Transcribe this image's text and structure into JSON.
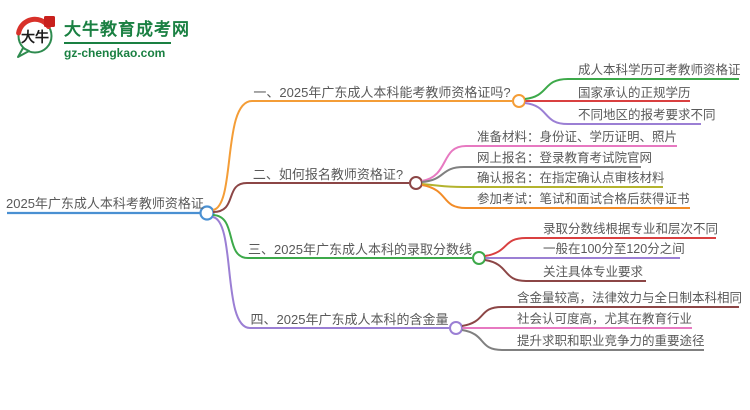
{
  "site": {
    "logo_title": "大牛教育成考网",
    "logo_domain": "gz-chengkao.com",
    "logo_mark_text": "大牛",
    "brand_green": "#1a8042",
    "brand_red": "#cf261f"
  },
  "mindmap": {
    "root": {
      "label": "2025年广东成人本科考教师资格证",
      "color": "#4a90d2"
    },
    "branches": [
      {
        "label": "一、2025年广东成人本科能考教师资格证吗?",
        "color": "#f49d37",
        "children": [
          {
            "label": "成人本科学历可考教师资格证",
            "color": "#3da94a"
          },
          {
            "label": "国家承认的正规学历",
            "color": "#d94040"
          },
          {
            "label": "不同地区的报考要求不同",
            "color": "#9b7fd4"
          }
        ]
      },
      {
        "label": "二、如何报名教师资格证?",
        "color": "#8c4646",
        "children": [
          {
            "label": "准备材料：身份证、学历证明、照片",
            "color": "#e779c1"
          },
          {
            "label": "网上报名：登录教育考试院官网",
            "color": "#808080"
          },
          {
            "label": "确认报名：在指定确认点审核材料",
            "color": "#b3b32e"
          },
          {
            "label": "参加考试：笔试和面试合格后获得证书",
            "color": "#f28c28"
          }
        ]
      },
      {
        "label": "三、2025年广东成人本科的录取分数线",
        "color": "#3da94a",
        "children": [
          {
            "label": "录取分数线根据专业和层次不同",
            "color": "#d94040"
          },
          {
            "label": "一般在100分至120分之间",
            "color": "#9b7fd4"
          },
          {
            "label": "关注具体专业要求",
            "color": "#8c4646"
          }
        ]
      },
      {
        "label": "四、2025年广东成人本科的含金量",
        "color": "#9b7fd4",
        "children": [
          {
            "label": "含金量较高，法律效力与全日制本科相同",
            "color": "#8c4646"
          },
          {
            "label": "社会认可度高，尤其在教育行业",
            "color": "#e779c1"
          },
          {
            "label": "提升求职和职业竞争力的重要途径",
            "color": "#808080"
          }
        ]
      }
    ]
  }
}
